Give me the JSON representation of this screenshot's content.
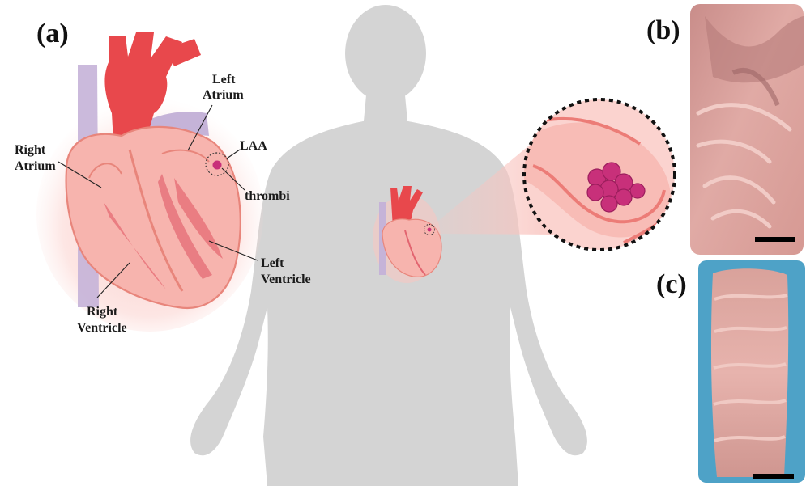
{
  "panels": {
    "a": "(a)",
    "b": "(b)",
    "c": "(c)"
  },
  "labels": {
    "left_atrium": [
      "Left",
      "Atrium"
    ],
    "laa": "LAA",
    "right_atrium": [
      "Right",
      "Atrium"
    ],
    "thrombi": "thrombi",
    "left_ventricle": [
      "Left",
      "Ventricle"
    ],
    "right_ventricle": [
      "Right",
      "Ventricle"
    ]
  },
  "colors": {
    "silhouette": "#d4d4d4",
    "heart_tissue": "#f7b4ae",
    "heart_outline": "#e8857b",
    "aorta": "#e8484c",
    "vein": "#c5b3d8",
    "thrombus": "#c8307a",
    "photo_tissue": "#d9a39e"
  }
}
